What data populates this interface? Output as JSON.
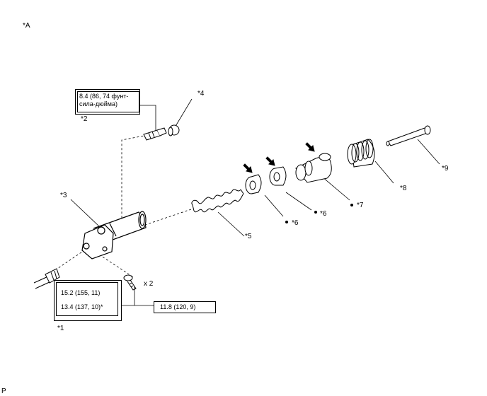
{
  "view_label": "*A",
  "corner_code": "P",
  "parts": {
    "p1": "*1",
    "p2": "*2",
    "p3": "*3",
    "p4": "*4",
    "p5": "*5",
    "p6a": "*6",
    "p6b": "*6",
    "p7": "*7",
    "p8": "*8",
    "p9": "*9"
  },
  "qty_note": "x 2",
  "torques": {
    "bleeder": "8.4 (86, 74 фунт-сила-дюйма)",
    "union_a": "15.2 (155, 11)",
    "union_b": "13.4 (137, 10)*",
    "bolt": "11.8 (120, 9)"
  },
  "colors": {
    "line": "#000000",
    "background": "#ffffff",
    "fill": "#ffffff"
  }
}
